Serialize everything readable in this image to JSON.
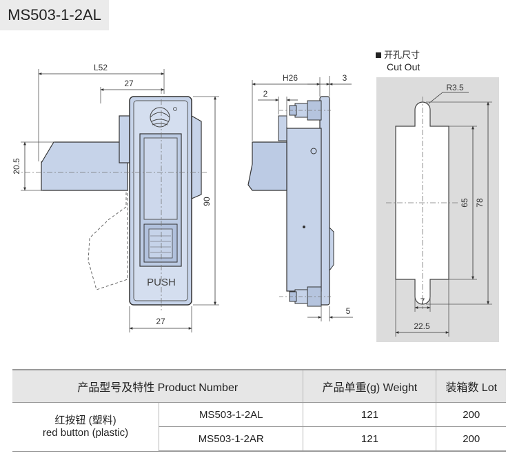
{
  "title": "MS503-1-2AL",
  "front_view": {
    "dim_total_width": "L52",
    "dim_top_width": "27",
    "dim_bottom_width": "27",
    "dim_handle_height": "20.5",
    "dim_height": "90",
    "push_label": "PUSH"
  },
  "side_view": {
    "dim_depth": "H26",
    "dim_flange": "2",
    "dim_top_right": "3",
    "dim_bottom_right": "5"
  },
  "cutout": {
    "label_cn": "开孔尺寸",
    "label_en": "Cut Out",
    "dim_radius": "R3.5",
    "dim_inner": "65",
    "dim_outer": "78",
    "dim_slot": "7",
    "dim_width": "22.5"
  },
  "table": {
    "headers": [
      "产品型号及特性 Product Number",
      "产品单重(g) Weight",
      "装箱数 Lot"
    ],
    "feature_cn": "红按钮 (塑料)",
    "feature_en": "red button (plastic)",
    "rows": [
      {
        "model": "MS503-1-2AL",
        "weight": "121",
        "lot": "200"
      },
      {
        "model": "MS503-1-2AR",
        "weight": "121",
        "lot": "200"
      }
    ]
  }
}
